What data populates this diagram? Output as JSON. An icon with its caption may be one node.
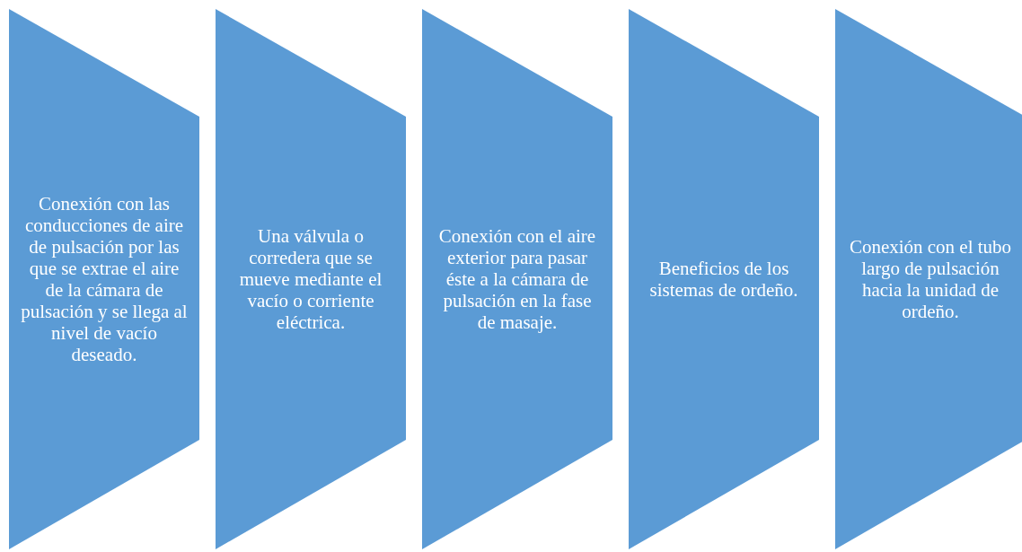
{
  "diagram": {
    "nodes": [
      {
        "text": [
          "Conexión con las conducciones de aire de pulsación por las que se extrae el aire de la cámara de pulsación y se llega al nivel de vacío deseado."
        ]
      },
      {
        "text": [
          "Una válvula o corredera que se mueve mediante el vacío o corriente eléctrica."
        ]
      },
      {
        "text": [
          "Conexión con el aire exterior para pasar éste a la cámara de pulsación en la fase de masaje."
        ]
      },
      {
        "text": [
          "Beneficios de los sistemas de ordeño."
        ]
      },
      {
        "text": [
          "Conexión con el tubo largo de pulsación hacia la unidad de ordeño."
        ]
      }
    ]
  }
}
